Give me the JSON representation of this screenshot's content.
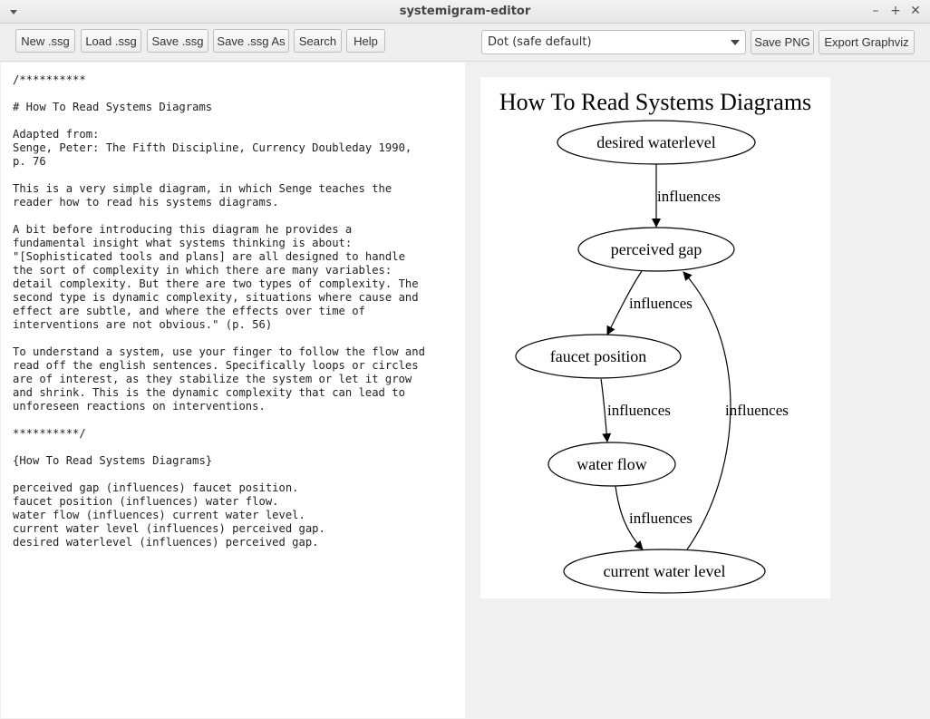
{
  "window": {
    "title": "systemigram-editor"
  },
  "toolbar": {
    "new_label": "New .ssg",
    "load_label": "Load .ssg",
    "save_label": "Save .ssg",
    "save_as_label": "Save .ssg As",
    "search_label": "Search",
    "help_label": "Help",
    "layout_selected": "Dot (safe default)",
    "save_png_label": "Save PNG",
    "export_label": "Export Graphviz"
  },
  "editor": {
    "text": "/**********\n\n# How To Read Systems Diagrams\n\nAdapted from:\nSenge, Peter: The Fifth Discipline, Currency Doubleday 1990,\np. 76\n\nThis is a very simple diagram, in which Senge teaches the\nreader how to read his systems diagrams.\n\nA bit before introducing this diagram he provides a\nfundamental insight what systems thinking is about:\n\"[Sophisticated tools and plans] are all designed to handle\nthe sort of complexity in which there are many variables:\ndetail complexity. But there are two types of complexity. The\nsecond type is dynamic complexity, situations where cause and\neffect are subtle, and where the effects over time of\ninterventions are not obvious.\" (p. 56)\n\nTo understand a system, use your finger to follow the flow and\nread off the english sentences. Specifically loops or circles\nare of interest, as they stabilize the system or let it grow\nand shrink. This is the dynamic complexity that can lead to\nunforeseen reactions on interventions.\n\n**********/\n\n{How To Read Systems Diagrams}\n\nperceived gap (influences) faucet position.\nfaucet position (influences) water flow.\nwater flow (influences) current water level.\ncurrent water level (influences) perceived gap.\ndesired waterlevel (influences) perceived gap."
  },
  "diagram": {
    "title": "How To Read Systems Diagrams",
    "nodes": {
      "desired": "desired waterlevel",
      "gap": "perceived gap",
      "faucet": "faucet position",
      "flow": "water flow",
      "level": "current water level"
    },
    "edges": {
      "desired_gap": "influences",
      "gap_faucet": "influences",
      "faucet_flow": "influences",
      "flow_level": "influences",
      "level_gap": "influences"
    }
  },
  "icons": {
    "menu": "chevron-down-icon",
    "minimize": "minimize-icon",
    "maximize": "maximize-icon",
    "close": "close-icon",
    "dropdown": "dropdown-arrow-icon"
  }
}
